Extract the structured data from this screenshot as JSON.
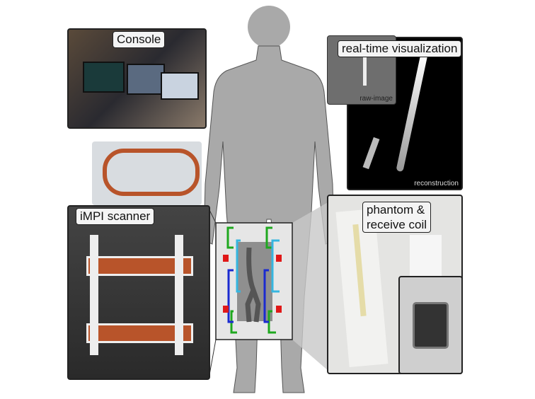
{
  "labels": {
    "console": "Console",
    "realtime": "real-time visualization",
    "raw_image": "raw-image",
    "reconstruction": "reconstruction",
    "scanner": "iMPI scanner",
    "phantom": "phantom &\nreceive coil"
  },
  "colors": {
    "silhouette": "#a9a9a9",
    "coil_green": "#1fa81f",
    "coil_cyan": "#35b6e0",
    "coil_blue": "#1a2ad0",
    "coil_red": "#e01818"
  }
}
